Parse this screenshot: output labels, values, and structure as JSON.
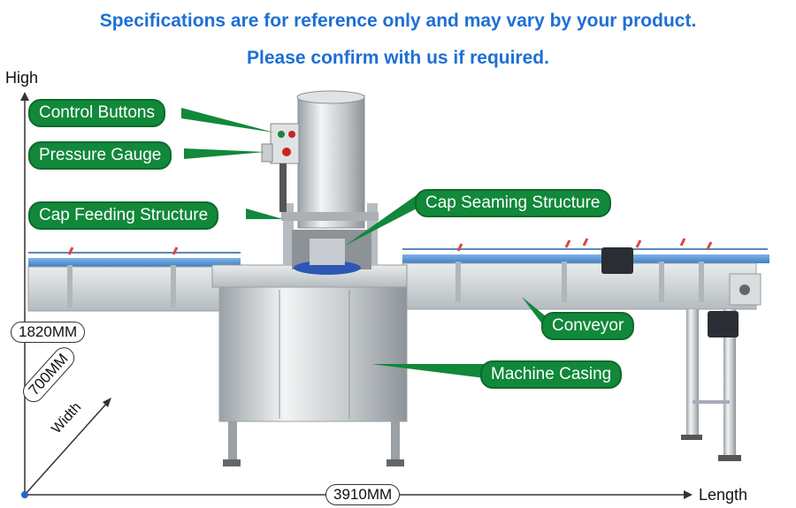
{
  "header": {
    "line1": "Specifications are for reference only and may vary by your product.",
    "line2": "Please confirm with us if required."
  },
  "callouts": {
    "control_buttons": "Control Buttons",
    "pressure_gauge": "Pressure Gauge",
    "cap_feeding": "Cap Feeding Structure",
    "cap_seaming": "Cap Seaming Structure",
    "conveyor": "Conveyor",
    "machine_casing": "Machine Casing"
  },
  "dimensions": {
    "high_label": "High",
    "height": "1820MM",
    "width_value": "700MM",
    "width_label": "Width",
    "length_value": "3910MM",
    "length_label": "Length"
  },
  "colors": {
    "header_blue": "#1d6fd6",
    "callout_green": "#11883a",
    "axis_blue": "#2266cc"
  }
}
